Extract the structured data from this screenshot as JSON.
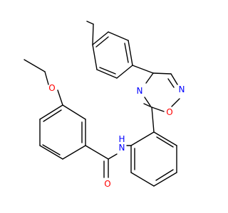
{
  "atoms": {
    "O_ether": {
      "text": "O",
      "color": "#ff0000"
    },
    "N_amide": {
      "text": "N",
      "color": "#0000ff"
    },
    "H_amide": {
      "text": "H",
      "color": "#0000ff"
    },
    "O_carbonyl": {
      "text": "O",
      "color": "#ff0000"
    },
    "N_ring_3": {
      "text": "N",
      "color": "#0000ff"
    },
    "N_ring_4": {
      "text": "N",
      "color": "#0000ff"
    },
    "O_ring": {
      "text": "O",
      "color": "#ff0000"
    }
  },
  "colors": {
    "bond": "#000000",
    "background": "#ffffff"
  }
}
